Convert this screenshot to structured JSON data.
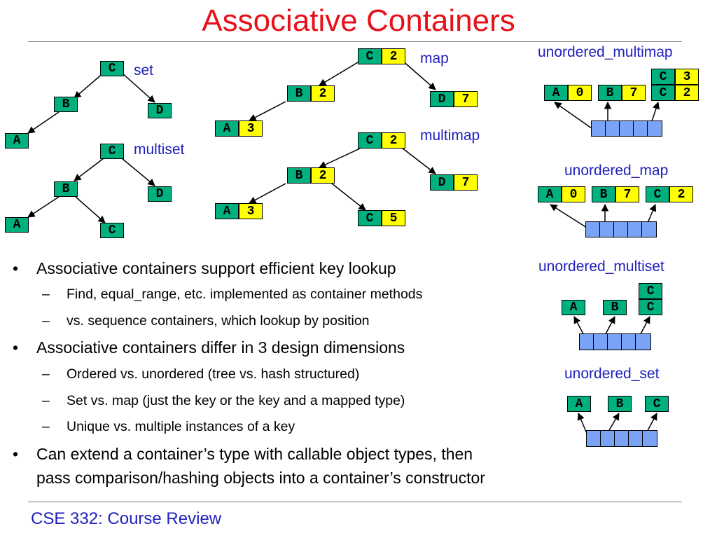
{
  "title": "Associative Containers",
  "captions": {
    "set": "set",
    "multiset": "multiset",
    "map": "map",
    "multimap": "multimap",
    "unordered_multimap": "unordered_multimap",
    "unordered_map": "unordered_map",
    "unordered_multiset": "unordered_multiset",
    "unordered_set": "unordered_set"
  },
  "set_tree": [
    "C",
    "B",
    "D",
    "A"
  ],
  "multiset_tree": [
    "C",
    "B",
    "D",
    "A",
    "C"
  ],
  "map_tree": [
    {
      "k": "C",
      "v": "2"
    },
    {
      "k": "B",
      "v": "2"
    },
    {
      "k": "D",
      "v": "7"
    },
    {
      "k": "A",
      "v": "3"
    }
  ],
  "multimap_tree": [
    {
      "k": "C",
      "v": "2"
    },
    {
      "k": "B",
      "v": "2"
    },
    {
      "k": "D",
      "v": "7"
    },
    {
      "k": "A",
      "v": "3"
    },
    {
      "k": "C",
      "v": "5"
    }
  ],
  "unordered_multimap": [
    {
      "k": "A",
      "v": "0"
    },
    {
      "k": "B",
      "v": "7"
    },
    {
      "k": "C",
      "v": "3"
    },
    {
      "k": "C",
      "v": "2"
    }
  ],
  "unordered_map": [
    {
      "k": "A",
      "v": "0"
    },
    {
      "k": "B",
      "v": "7"
    },
    {
      "k": "C",
      "v": "2"
    }
  ],
  "unordered_multiset": [
    "A",
    "B",
    "C",
    "C"
  ],
  "unordered_set": [
    "A",
    "B",
    "C"
  ],
  "bullets": [
    {
      "text": "Associative containers support efficient key lookup",
      "subs": [
        "Find, equal_range, etc. implemented as container methods",
        "vs. sequence containers, which lookup by position"
      ]
    },
    {
      "text": "Associative containers differ in 3 design dimensions",
      "subs": [
        "Ordered vs. unordered (tree vs. hash structured)",
        "Set vs. map (just the key or the key and a mapped type)",
        "Unique vs. multiple instances of a key"
      ]
    },
    {
      "text_lines": [
        "Can extend a container’s type with callable object types, then",
        "pass comparison/hashing objects into a container’s constructor"
      ]
    }
  ],
  "footer": "CSE 332: Course Review",
  "colors": {
    "title": "#e8101a",
    "caption": "#2020c0",
    "key": "#00b07e",
    "value": "#ffff00",
    "bucket": "#7aa2f5"
  }
}
